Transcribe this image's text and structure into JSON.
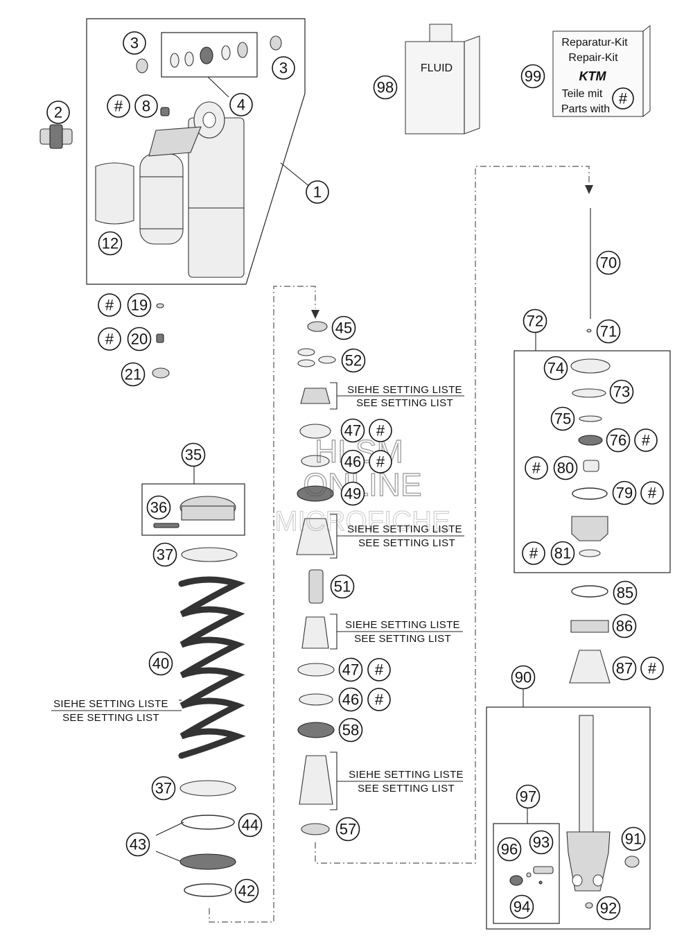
{
  "callouts": [
    {
      "id": "c3a",
      "label": "3"
    },
    {
      "id": "c3b",
      "label": "3"
    },
    {
      "id": "c4",
      "label": "4"
    },
    {
      "id": "c2",
      "label": "2"
    },
    {
      "id": "c8h",
      "label": "#"
    },
    {
      "id": "c8",
      "label": "8"
    },
    {
      "id": "c1",
      "label": "1"
    },
    {
      "id": "c12",
      "label": "12"
    },
    {
      "id": "c19h",
      "label": "#"
    },
    {
      "id": "c19",
      "label": "19"
    },
    {
      "id": "c20h",
      "label": "#"
    },
    {
      "id": "c20",
      "label": "20"
    },
    {
      "id": "c21",
      "label": "21"
    },
    {
      "id": "c98",
      "label": "98"
    },
    {
      "id": "c99",
      "label": "99"
    },
    {
      "id": "c45",
      "label": "45"
    },
    {
      "id": "c52",
      "label": "52"
    },
    {
      "id": "c47a",
      "label": "47"
    },
    {
      "id": "c47ah",
      "label": "#"
    },
    {
      "id": "c46a",
      "label": "46"
    },
    {
      "id": "c46ah",
      "label": "#"
    },
    {
      "id": "c49",
      "label": "49"
    },
    {
      "id": "c51",
      "label": "51"
    },
    {
      "id": "c47b",
      "label": "47"
    },
    {
      "id": "c47bh",
      "label": "#"
    },
    {
      "id": "c46b",
      "label": "46"
    },
    {
      "id": "c46bh",
      "label": "#"
    },
    {
      "id": "c58",
      "label": "58"
    },
    {
      "id": "c57",
      "label": "57"
    },
    {
      "id": "c35",
      "label": "35"
    },
    {
      "id": "c36",
      "label": "36"
    },
    {
      "id": "c37a",
      "label": "37"
    },
    {
      "id": "c40",
      "label": "40"
    },
    {
      "id": "c37b",
      "label": "37"
    },
    {
      "id": "c44",
      "label": "44"
    },
    {
      "id": "c43",
      "label": "43"
    },
    {
      "id": "c42",
      "label": "42"
    },
    {
      "id": "c70",
      "label": "70"
    },
    {
      "id": "c71",
      "label": "71"
    },
    {
      "id": "c72",
      "label": "72"
    },
    {
      "id": "c74",
      "label": "74"
    },
    {
      "id": "c73",
      "label": "73"
    },
    {
      "id": "c75",
      "label": "75"
    },
    {
      "id": "c76",
      "label": "76"
    },
    {
      "id": "c76h",
      "label": "#"
    },
    {
      "id": "c80h",
      "label": "#"
    },
    {
      "id": "c80",
      "label": "80"
    },
    {
      "id": "c79",
      "label": "79"
    },
    {
      "id": "c79h",
      "label": "#"
    },
    {
      "id": "c81h",
      "label": "#"
    },
    {
      "id": "c81",
      "label": "81"
    },
    {
      "id": "c85",
      "label": "85"
    },
    {
      "id": "c86",
      "label": "86"
    },
    {
      "id": "c87",
      "label": "87"
    },
    {
      "id": "c87h",
      "label": "#"
    },
    {
      "id": "c90",
      "label": "90"
    },
    {
      "id": "c91",
      "label": "91"
    },
    {
      "id": "c92",
      "label": "92"
    },
    {
      "id": "c97",
      "label": "97"
    },
    {
      "id": "c96",
      "label": "96"
    },
    {
      "id": "c93",
      "label": "93"
    },
    {
      "id": "c94",
      "label": "94"
    }
  ],
  "setting_notes": [
    {
      "line1": "SIEHE SETTING LISTE",
      "line2": "SEE SETTING LIST"
    },
    {
      "line1": "SIEHE SETTING LISTE",
      "line2": "SEE SETTING LIST"
    },
    {
      "line1": "SIEHE SETTING LISTE",
      "line2": "SEE SETTING LIST"
    },
    {
      "line1": "SIEHE SETTING LISTE",
      "line2": "SEE SETTING LIST"
    },
    {
      "line1": "SIEHE SETTING LISTE",
      "line2": "SEE SETTING LIST"
    }
  ],
  "fluid_label": "FLUID",
  "repair_kit": {
    "line1": "Reparatur-Kit",
    "line2": "Repair-Kit",
    "brand": "KTM",
    "line3": "Teile mit",
    "line4": "Parts with",
    "badge": "#"
  },
  "watermark": {
    "line1": "HLSM",
    "line2": "ONLINE",
    "line3": "MICROFICHE"
  },
  "colors": {
    "ink": "#111111",
    "part_fill": "#d8d8d8",
    "dash": "#555555"
  }
}
